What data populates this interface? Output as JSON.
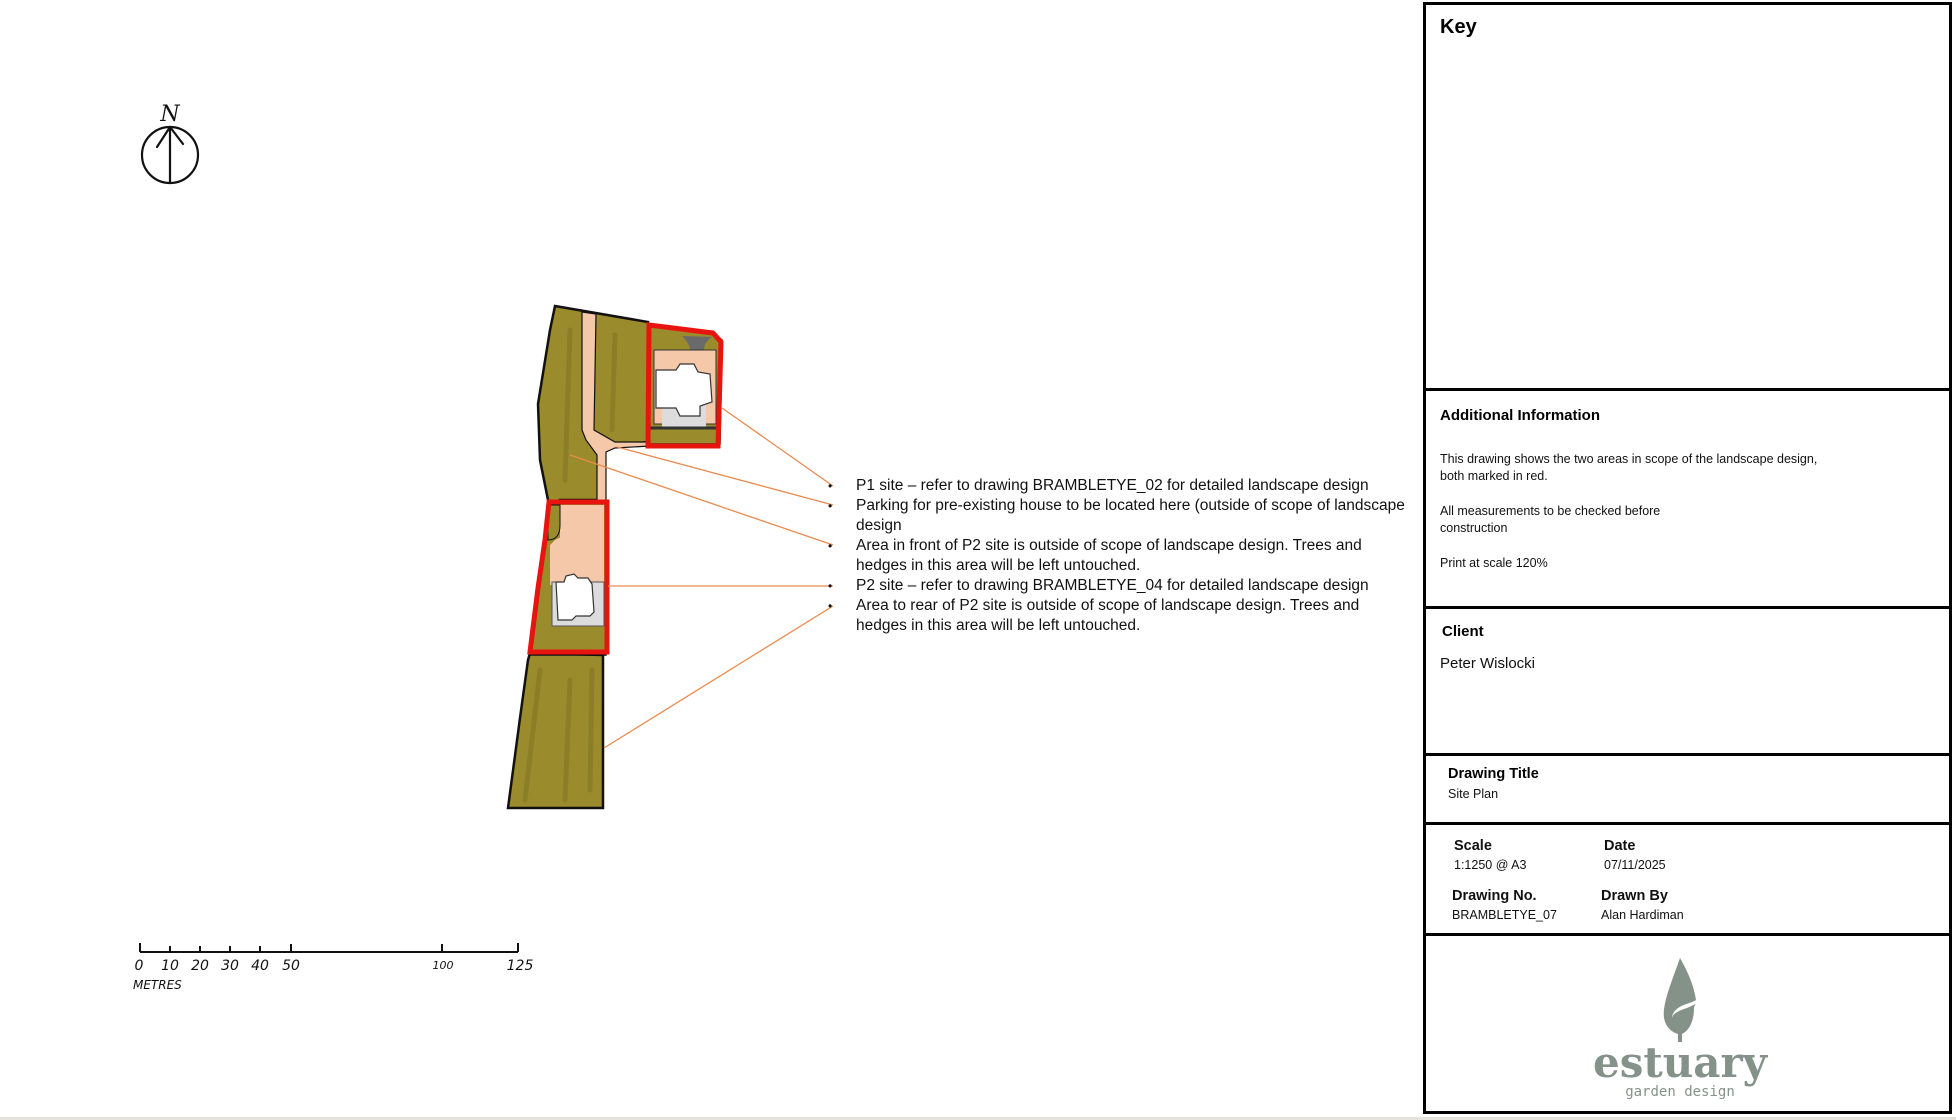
{
  "drawing": {
    "north_arrow_label": "N",
    "scale_bar": {
      "ticks": [
        "0",
        "10",
        "20",
        "30",
        "40",
        "50",
        "100",
        "125"
      ],
      "unit_label": "METRES"
    },
    "colors": {
      "lawn": "#9a8b2c",
      "lawn_dark": "#7d7020",
      "paving": "#f5c8aa",
      "house": "#ffffff",
      "terrace": "#dcdcdc",
      "scope_outline": "#e8140f",
      "leader_line": "#e98a4e",
      "boundary": "#111111"
    },
    "annotations": [
      "P1 site – refer to drawing BRAMBLETYE_02 for detailed landscape design",
      "Parking for pre-existing house to be located here (outside of scope of landscape design",
      "Area in front of P2 site is outside of scope of landscape design. Trees and hedges in this area will be left untouched.",
      "P2 site – refer to drawing BRAMBLETYE_04 for detailed landscape design",
      "Area to rear of P2 site is outside of scope of landscape design. Trees and hedges in this area will be left untouched."
    ]
  },
  "title_block": {
    "key": {
      "heading": "Key"
    },
    "additional_information": {
      "heading": "Additional Information",
      "paragraphs": [
        "This drawing shows the two areas in scope of the landscape design, both marked in red.",
        "All measurements to be checked before construction",
        "Print at scale 120%"
      ]
    },
    "client": {
      "heading": "Client",
      "name": "Peter Wislocki"
    },
    "drawing_title": {
      "heading": "Drawing Title",
      "value": "Site Plan"
    },
    "scale": {
      "label": "Scale",
      "value": "1:1250 @ A3"
    },
    "date": {
      "label": "Date",
      "value": "07/11/2025"
    },
    "drawing_no": {
      "label": "Drawing No.",
      "value": "BRAMBLETYE_07"
    },
    "drawn_by": {
      "label": "Drawn By",
      "value": "Alan Hardiman"
    },
    "logo": {
      "name": "estuary",
      "tagline": "garden design",
      "color": "#859289"
    }
  }
}
